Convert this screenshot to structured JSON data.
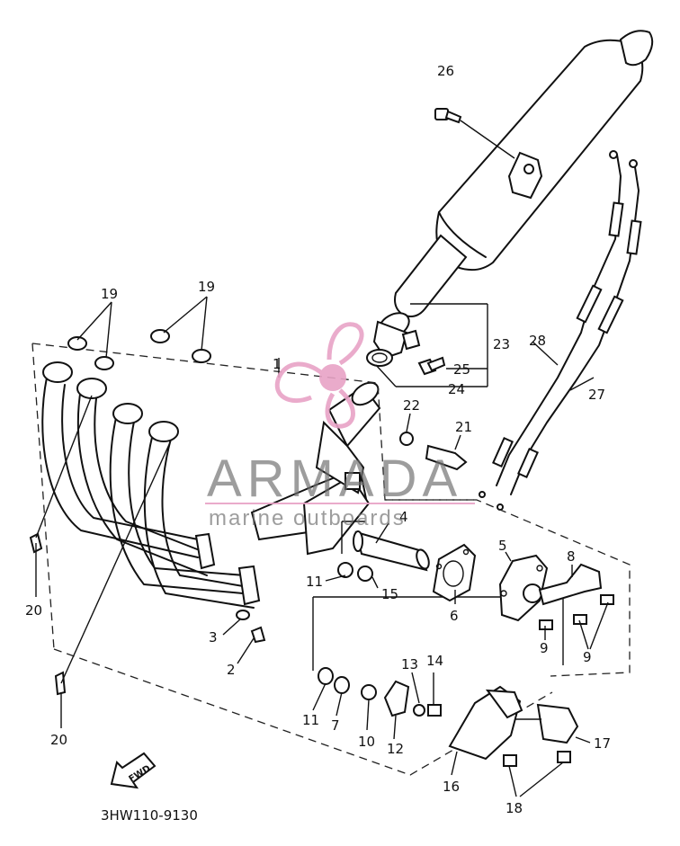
{
  "diagram": {
    "callouts": {
      "p1": "1",
      "p2": "2",
      "p3": "3",
      "p4": "4",
      "p5": "5",
      "p6": "6",
      "p7": "7",
      "p8": "8",
      "p9a": "9",
      "p9b": "9",
      "p10": "10",
      "p11a": "11",
      "p11b": "11",
      "p12": "12",
      "p13": "13",
      "p14": "14",
      "p15": "15",
      "p16": "16",
      "p17": "17",
      "p18": "18",
      "p19a": "19",
      "p19b": "19",
      "p20a": "20",
      "p20b": "20",
      "p21": "21",
      "p22": "22",
      "p23": "23",
      "p24": "24",
      "p25": "25",
      "p26": "26",
      "p27": "27",
      "p28": "28"
    },
    "direction_arrow_text": "FWD",
    "drawing_code": "3HW110-9130"
  },
  "watermark": {
    "brand": "ARMADA",
    "tagline": "marine outboards",
    "colors": {
      "logo": "#e8a3c6",
      "text": "#6f6f6f"
    }
  }
}
